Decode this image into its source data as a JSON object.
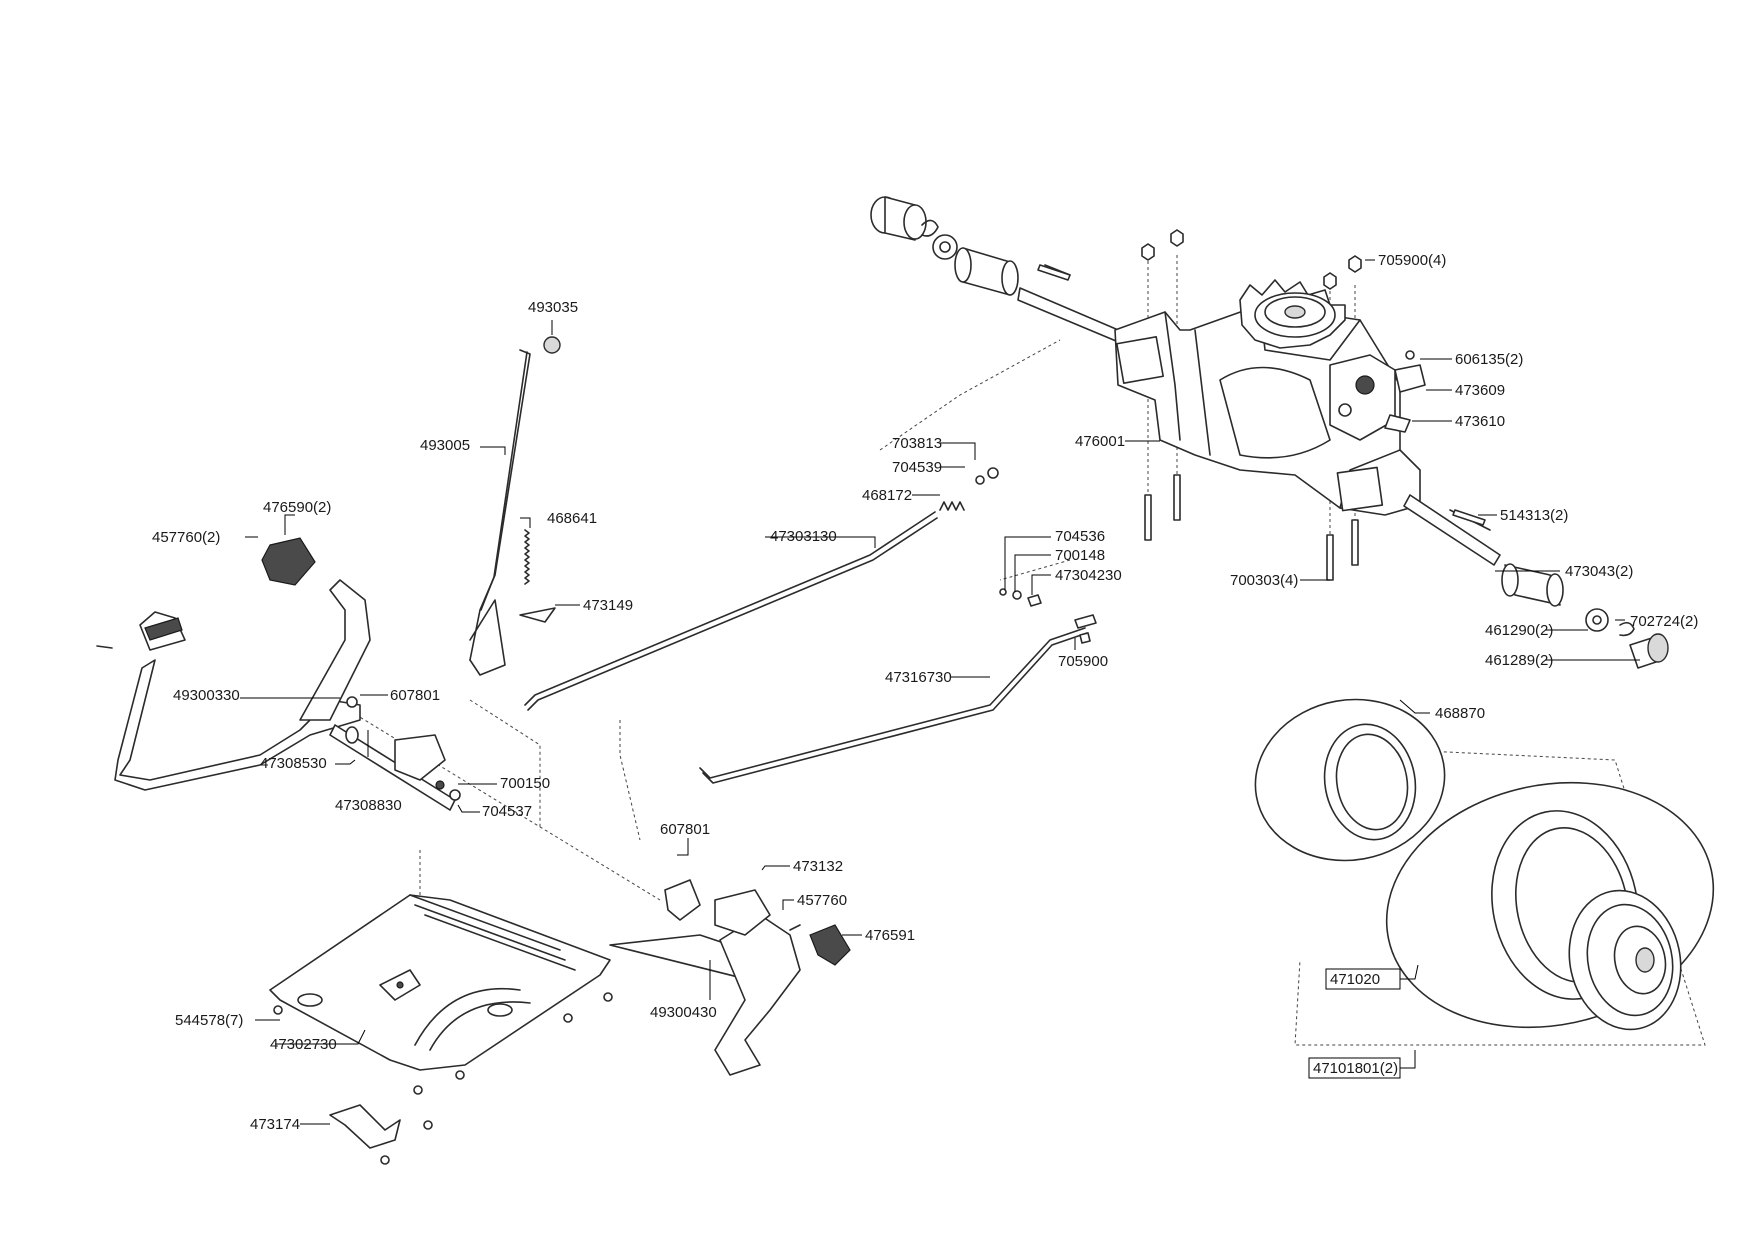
{
  "labels": {
    "p493035": "493035",
    "p493005": "493005",
    "p468641": "468641",
    "p473149": "473149",
    "p476590": "476590(2)",
    "p457760_2": "457760(2)",
    "p49300330": "49300330",
    "p607801_a": "607801",
    "p47308530": "47308530",
    "p47308830": "47308830",
    "p700150": "700150",
    "p704537": "704537",
    "p607801_b": "607801",
    "p473132": "473132",
    "p457760": "457760",
    "p476591": "476591",
    "p49300430": "49300430",
    "p544578": "544578(7)",
    "p47302730": "47302730",
    "p473174": "473174",
    "p47303130": "47303130",
    "p703813": "703813",
    "p704539": "704539",
    "p468172": "468172",
    "p704536": "704536",
    "p700148": "700148",
    "p47304230": "47304230",
    "p47316730": "47316730",
    "p705900": "705900",
    "p705900_4": "705900(4)",
    "p606135": "606135(2)",
    "p473609": "473609",
    "p473610": "473610",
    "p476001": "476001",
    "p514313": "514313(2)",
    "p700303": "700303(4)",
    "p473043": "473043(2)",
    "p461290": "461290(2)",
    "p702724": "702724(2)",
    "p461289": "461289(2)",
    "p468870": "468870",
    "p471020": "471020",
    "p47101801": "47101801(2)"
  }
}
